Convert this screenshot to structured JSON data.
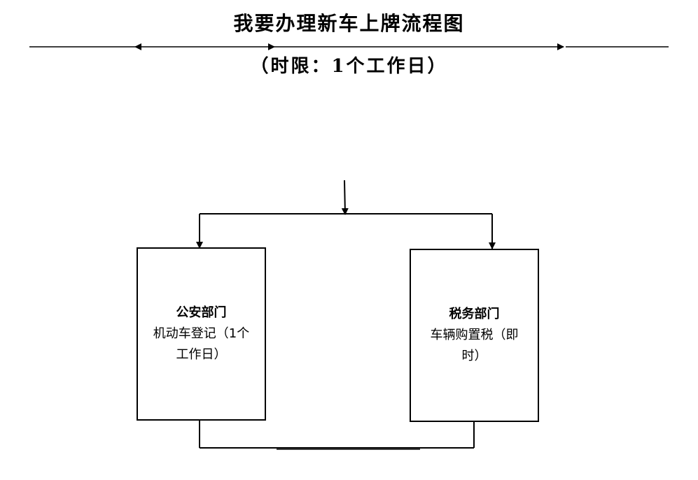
{
  "header": {
    "title": "我要办理新车上牌流程图",
    "subtitle": "（时限：1个工作日）"
  },
  "boxes": [
    {
      "dept": "公安部门",
      "desc": "机动车登记（1个工作日）"
    },
    {
      "dept": "税务部门",
      "desc": "车辆购置税（即时）"
    }
  ]
}
